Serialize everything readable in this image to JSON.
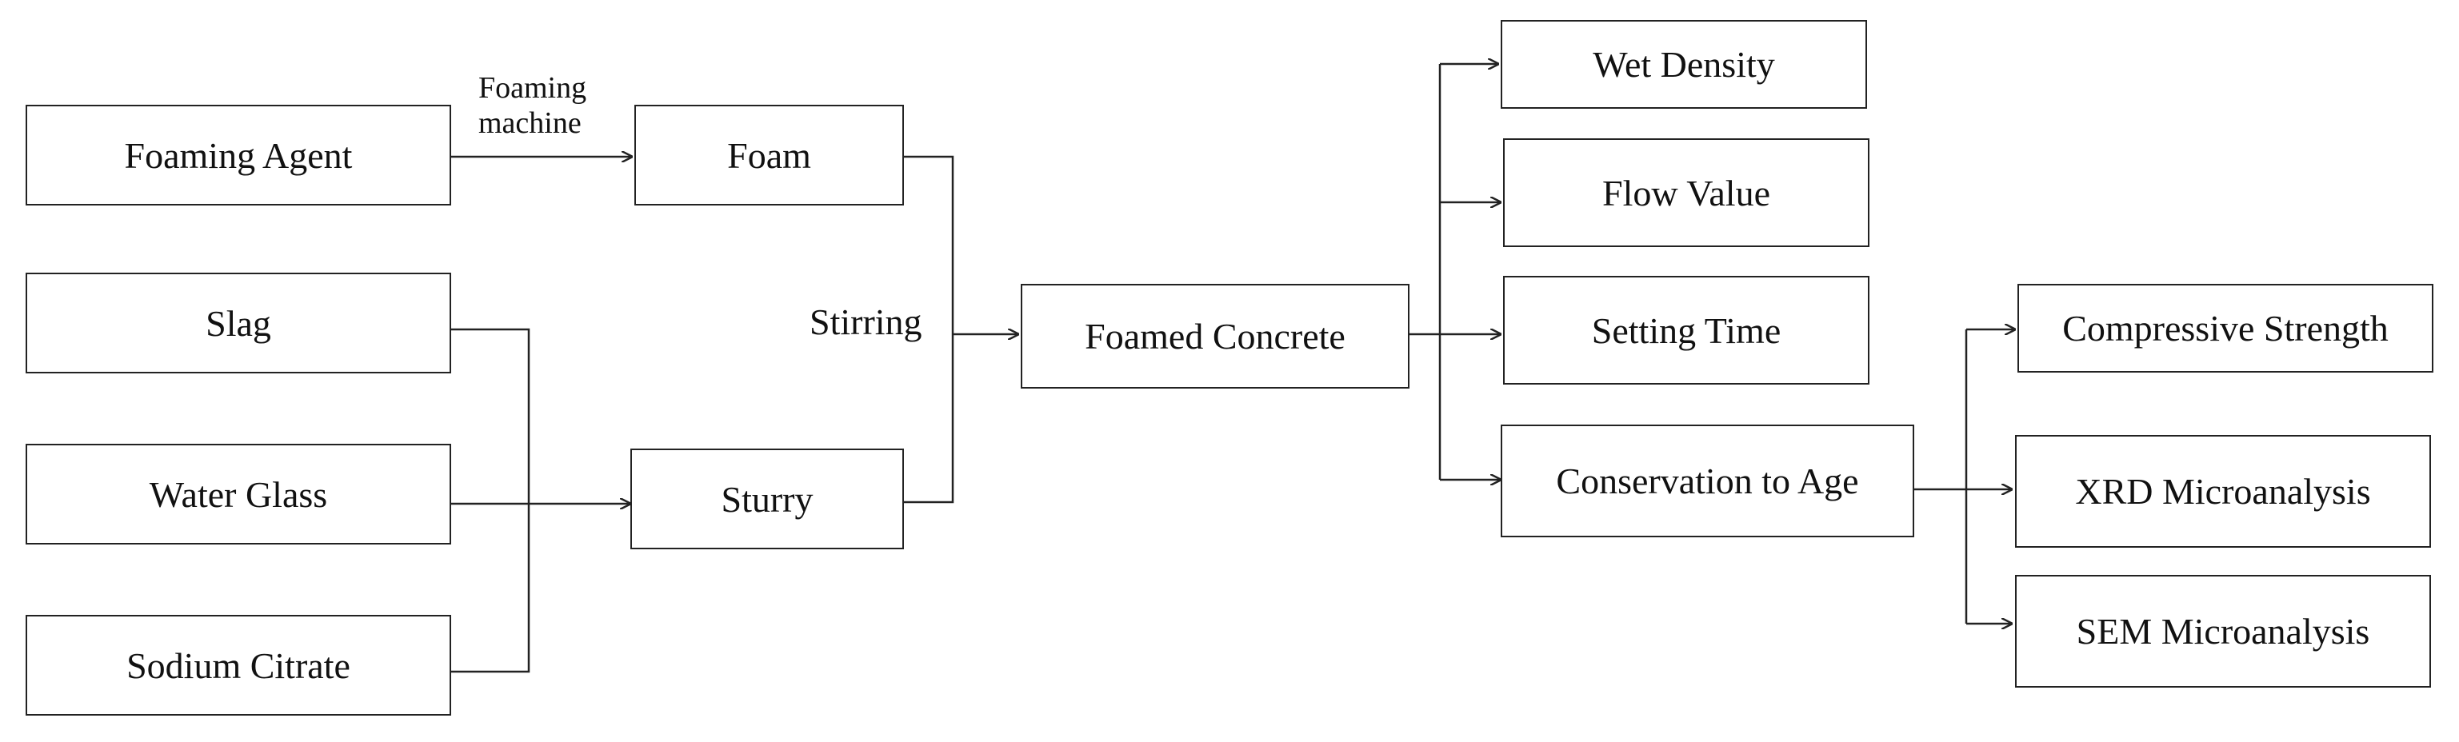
{
  "diagram": {
    "raw_materials": {
      "foaming_agent": "Foaming Agent",
      "slag": "Slag",
      "water_glass": "Water Glass",
      "sodium_citrate": "Sodium Citrate"
    },
    "intermediates": {
      "foam": "Foam",
      "slurry": "Sturry"
    },
    "product": "Foamed Concrete",
    "edge_labels": {
      "foaming_machine_line1": "Foaming",
      "foaming_machine_line2": "machine",
      "stirring": "Stirring"
    },
    "tests": {
      "wet_density": "Wet Density",
      "flow_value": "Flow Value",
      "setting_time": "Setting Time",
      "conservation_to_age": "Conservation to Age"
    },
    "analyses": {
      "compressive_strength": "Compressive Strength",
      "xrd": "XRD Microanalysis",
      "sem": "SEM Microanalysis"
    }
  }
}
